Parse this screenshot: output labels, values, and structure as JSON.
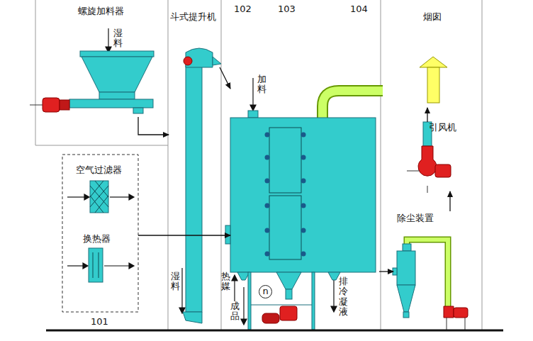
{
  "diagram": {
    "nodes": [
      {
        "text": [
          "螺旋加料器"
        ]
      },
      {
        "text": [
          "101"
        ]
      },
      {
        "text": [
          "空气过滤器"
        ],
        "in": 1
      },
      {
        "text": [
          "换热器"
        ],
        "in": 1
      },
      {
        "text": [
          "斗式提升机"
        ]
      },
      {
        "text": [
          "加料"
        ]
      },
      {
        "text": [
          "除尘装置"
        ]
      },
      {
        "text": [
          "引风机"
        ]
      },
      {
        "text": [
          "烟囱"
        ]
      },
      {
        "text": [
          "n"
        ]
      }
    ],
    "edges": [
      {
        "from": 0,
        "to": 4,
        "arrow": "to"
      },
      {
        "from": 1,
        "to": 5,
        "arrow": "to"
      },
      {
        "from": 4,
        "to": 5,
        "arrow": "to"
      },
      {
        "from": 5,
        "to": 6,
        "arrow": "to"
      },
      {
        "from": 6,
        "to": 7,
        "arrow": "to"
      },
      {
        "from": 7,
        "to": 8,
        "arrow": "to"
      }
    ],
    "labels": [
      "湿料",
      "102",
      "103",
      "104",
      "湿料",
      "热媒",
      "成品",
      "排冷凝液"
    ]
  }
}
